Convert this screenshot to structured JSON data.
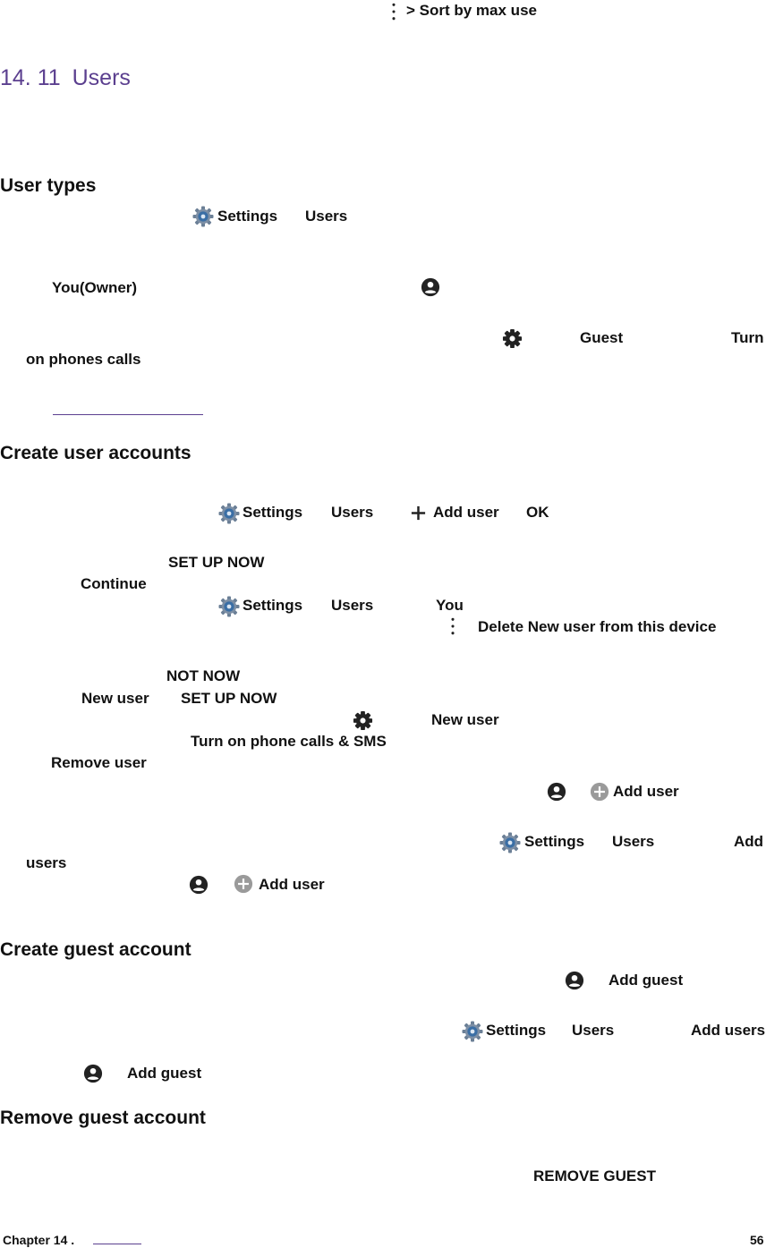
{
  "top": {
    "sort_text": "> Sort by max use"
  },
  "section": {
    "number": "14. 11",
    "title": "Users"
  },
  "user_types": {
    "heading": "User types",
    "path_settings": "Settings",
    "path_users": "Users",
    "owner_label": "You(Owner)",
    "guest_label": "Guest",
    "turn_label": "Turn",
    "phone_calls_label": "on phones calls"
  },
  "create_user": {
    "heading": "Create user accounts",
    "path_settings": "Settings",
    "path_users": "Users",
    "add_user": "Add user",
    "ok": "OK",
    "set_up_now": "SET UP NOW",
    "continue": "Continue",
    "path2_settings": "Settings",
    "path2_users": "Users",
    "you": "You",
    "delete_text": "Delete New user from this device",
    "not_now": "NOT NOW",
    "new_user": "New user",
    "set_up_now2": "SET UP NOW",
    "new_user2": "New user",
    "turn_on_calls_sms": "Turn on phone calls & SMS",
    "remove_user": "Remove user",
    "add_user2": "Add user",
    "path3_settings": "Settings",
    "path3_users": "Users",
    "add": "Add",
    "users": "users",
    "add_user3": "Add user"
  },
  "create_guest": {
    "heading": "Create guest account",
    "add_guest": "Add guest",
    "path_settings": "Settings",
    "path_users": "Users",
    "add_users": "Add users",
    "add_guest2": "Add guest"
  },
  "remove_guest": {
    "heading": "Remove guest account",
    "remove_guest_button": "REMOVE GUEST"
  },
  "footer": {
    "chapter": "Chapter 14 .",
    "page": "56"
  },
  "colors": {
    "heading_accent": "#5b3f8f",
    "text": "#111111",
    "gear_blue": "#3a6ea5"
  }
}
